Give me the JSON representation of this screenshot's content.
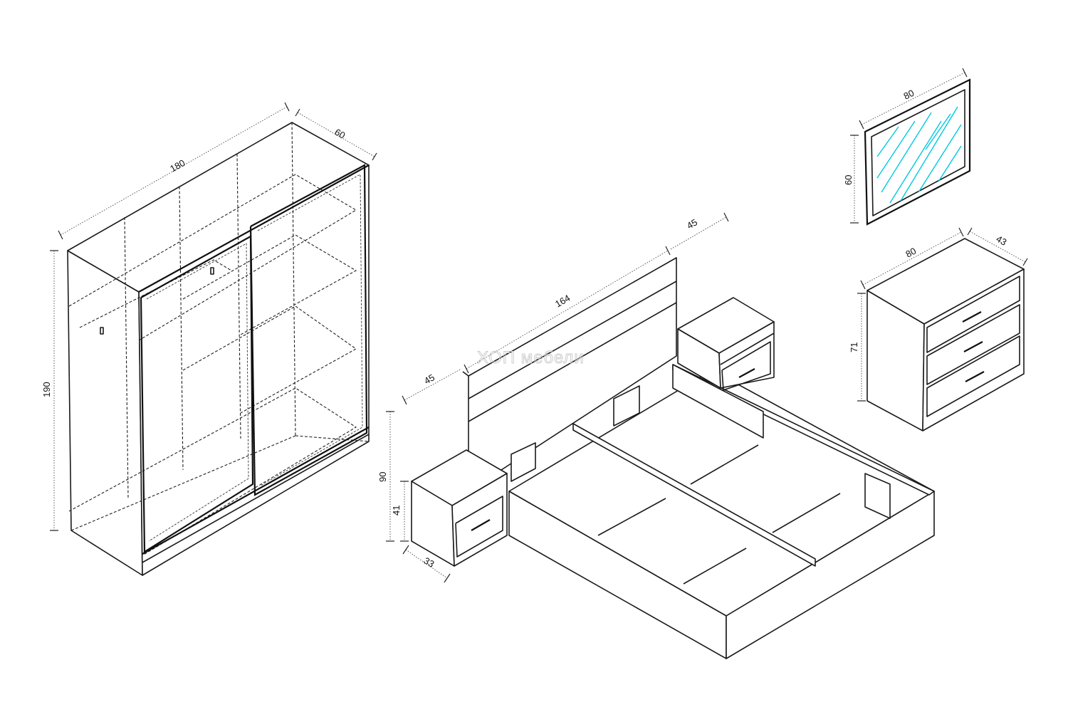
{
  "watermark": "ХОП мебели",
  "colors": {
    "line": "#1a1a1a",
    "mirror_glass": "#00c8e0",
    "watermark": "#c9c9c9"
  },
  "dimensions": {
    "wardrobe": {
      "width": "180",
      "depth": "60",
      "height": "190"
    },
    "bed": {
      "headboard_width": "164",
      "side_top": "45",
      "side_left": "45",
      "headboard_height": "90"
    },
    "nightstand": {
      "height": "41",
      "depth": "33"
    },
    "mirror": {
      "width": "80",
      "height": "60"
    },
    "dresser": {
      "width": "80",
      "depth": "43",
      "height": "71"
    }
  }
}
